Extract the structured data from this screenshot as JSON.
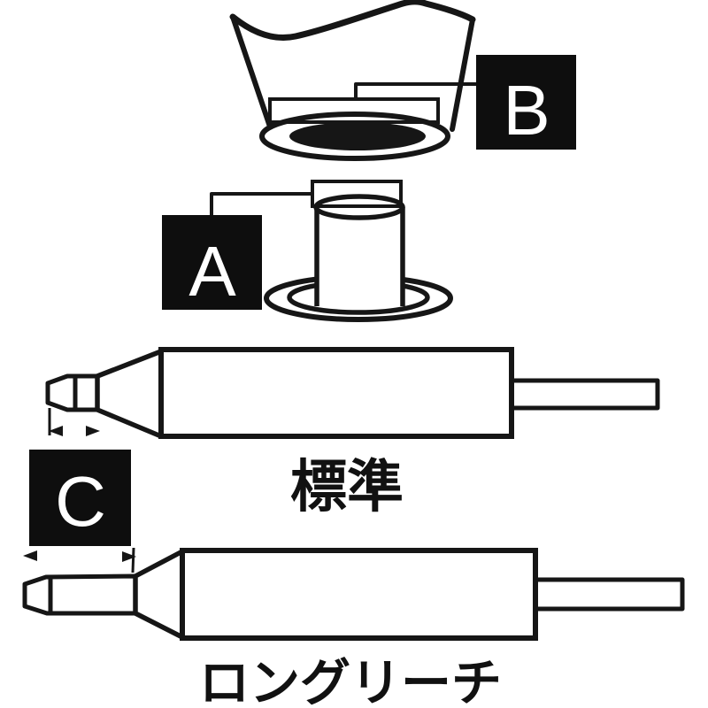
{
  "diagram": {
    "labels": {
      "a": "A",
      "b": "B",
      "c": "C"
    },
    "captions": {
      "standard": "標準",
      "long_reach": "ロングリーチ"
    },
    "colors": {
      "line": "#161616",
      "label_bg": "#0e0e0e",
      "label_text": "#ffffff",
      "background": "#ffffff"
    }
  }
}
